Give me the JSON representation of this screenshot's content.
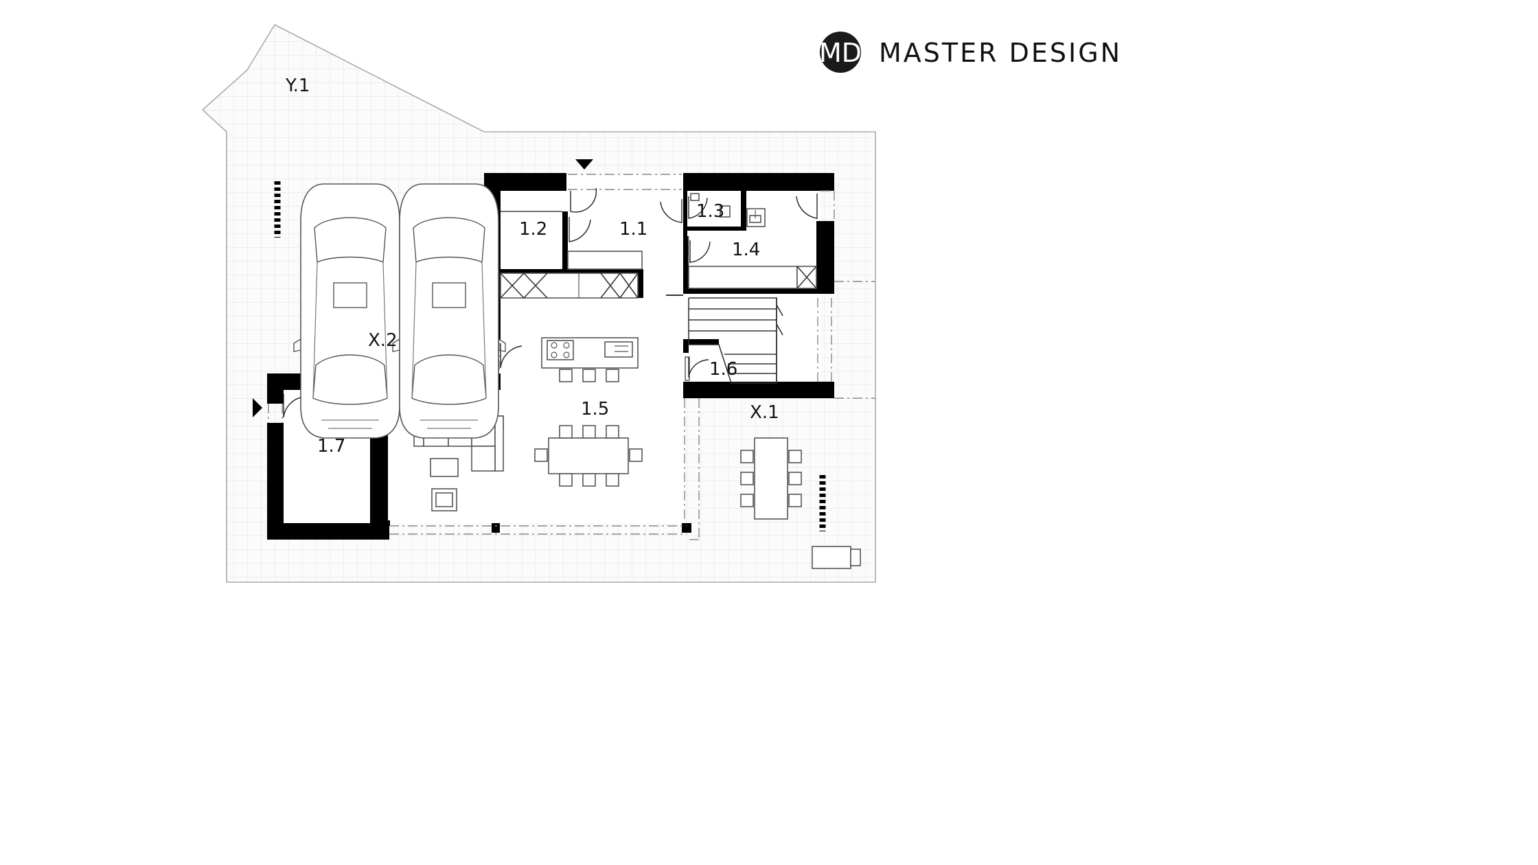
{
  "brand": {
    "monogram": "MD",
    "name": "MASTER DESIGN"
  },
  "rooms": [
    {
      "id": "room-y1",
      "label": "Y.1"
    },
    {
      "id": "room-x2",
      "label": "X.2"
    },
    {
      "id": "room-1-1",
      "label": "1.1"
    },
    {
      "id": "room-1-2",
      "label": "1.2"
    },
    {
      "id": "room-1-3",
      "label": "1.3"
    },
    {
      "id": "room-1-4",
      "label": "1.4"
    },
    {
      "id": "room-1-5",
      "label": "1.5"
    },
    {
      "id": "room-1-6",
      "label": "1.6"
    },
    {
      "id": "room-1-7",
      "label": "1.7"
    },
    {
      "id": "room-x1",
      "label": "X.1"
    }
  ],
  "colors": {
    "wall": "#000000",
    "grid": "#e4e4e4",
    "site_fill": "#fbfbfb",
    "interior": "#ffffff",
    "line": "#333333"
  },
  "icons": [
    "entrance-arrow-icon",
    "car-icon",
    "cooktop-icon",
    "sink-icon"
  ]
}
